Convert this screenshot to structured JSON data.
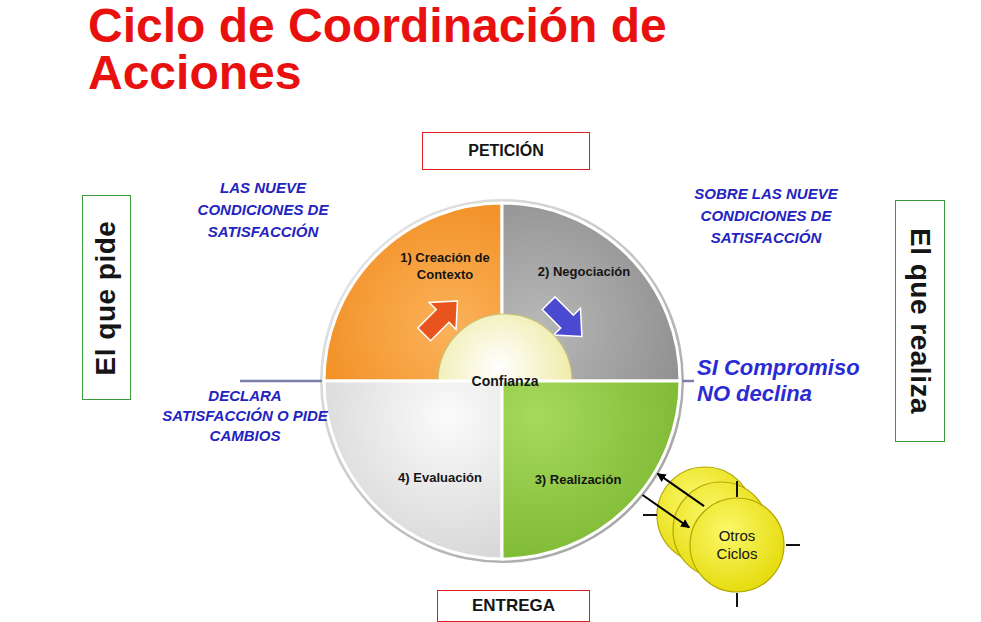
{
  "diagram": {
    "title": "Ciclo de Coordinación de Acciones",
    "nodes": [
      {
        "text": [
          "PETICIÓN"
        ]
      },
      {
        "text": [
          "El que pide"
        ]
      },
      {
        "text": [
          "El que realiza"
        ]
      },
      {
        "text": [
          "1) Creación de Contexto"
        ]
      },
      {
        "text": [
          "2) Negociación"
        ]
      },
      {
        "text": [
          "Confianza"
        ]
      },
      {
        "text": [
          "4) Evaluación"
        ]
      },
      {
        "text": [
          "3) Realización"
        ]
      },
      {
        "text": [
          "Otros Ciclos"
        ]
      },
      {
        "text": [
          "ENTREGA"
        ]
      }
    ],
    "edges": [
      {
        "from": 8,
        "to": 7,
        "arrow": "to"
      },
      {
        "from": 7,
        "to": 8,
        "arrow": "to"
      }
    ],
    "labels": [
      "LAS NUEVE CONDICIONES DE SATISFACCIÓN",
      "SOBRE LAS NUEVE CONDICIONES DE SATISFACCIÓN",
      "SI Compromiso NO declina",
      "DECLARA SATISFACCIÓN O PIDE CAMBIOS"
    ]
  }
}
